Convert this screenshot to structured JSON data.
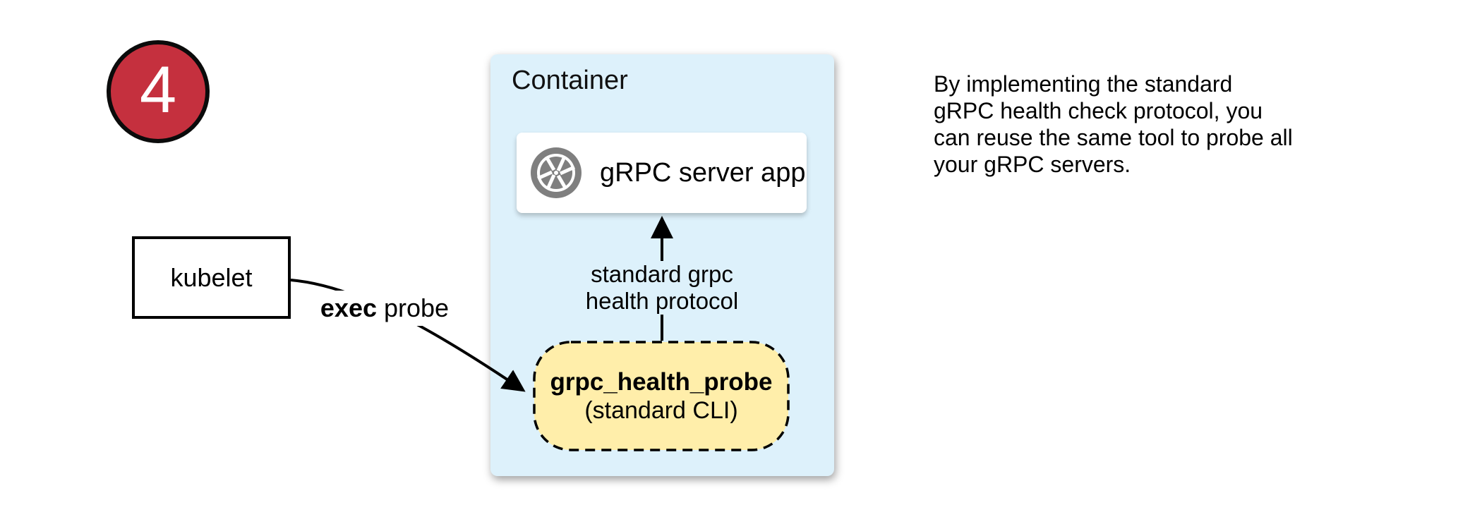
{
  "step_badge": {
    "number": "4",
    "fill_color": "#c5303e",
    "border_color": "#0b0b0b"
  },
  "kubelet_box": {
    "label": "kubelet"
  },
  "exec_arrow": {
    "label_bold": "exec",
    "label_rest": " probe"
  },
  "container": {
    "title": "Container",
    "fill_color": "#ddf1fb",
    "server_box": {
      "icon": "aperture-icon",
      "icon_color": "#7f7f7f",
      "label": "gRPC server app"
    },
    "protocol_arrow": {
      "label_line1": "standard grpc",
      "label_line2": "health protocol"
    },
    "probe_box": {
      "fill_color": "#ffeeaa",
      "title": "grpc_health_probe",
      "subtitle": "(standard CLI)"
    }
  },
  "note": {
    "line1": "By implementing the standard",
    "line2": "gRPC health check protocol, you",
    "line3": "can reuse the same tool to probe all",
    "line4": "your gRPC servers."
  }
}
